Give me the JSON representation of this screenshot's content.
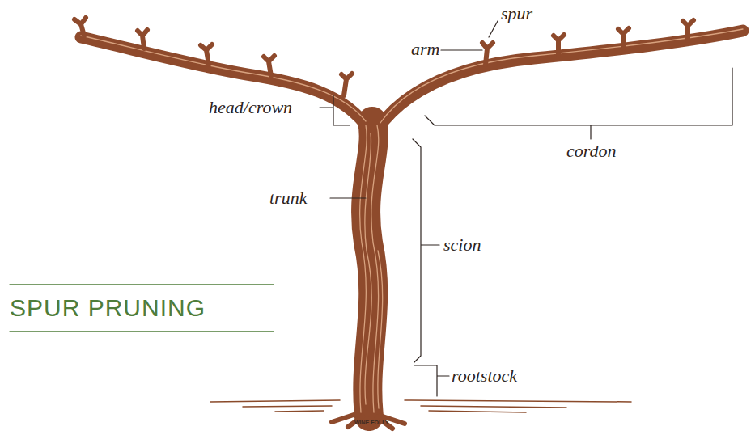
{
  "diagram": {
    "title": "SPUR PRUNING",
    "labels": [
      "spur",
      "arm",
      "head/crown",
      "cordon",
      "trunk",
      "scion",
      "rootstock",
      "WINE FOLLY"
    ]
  }
}
